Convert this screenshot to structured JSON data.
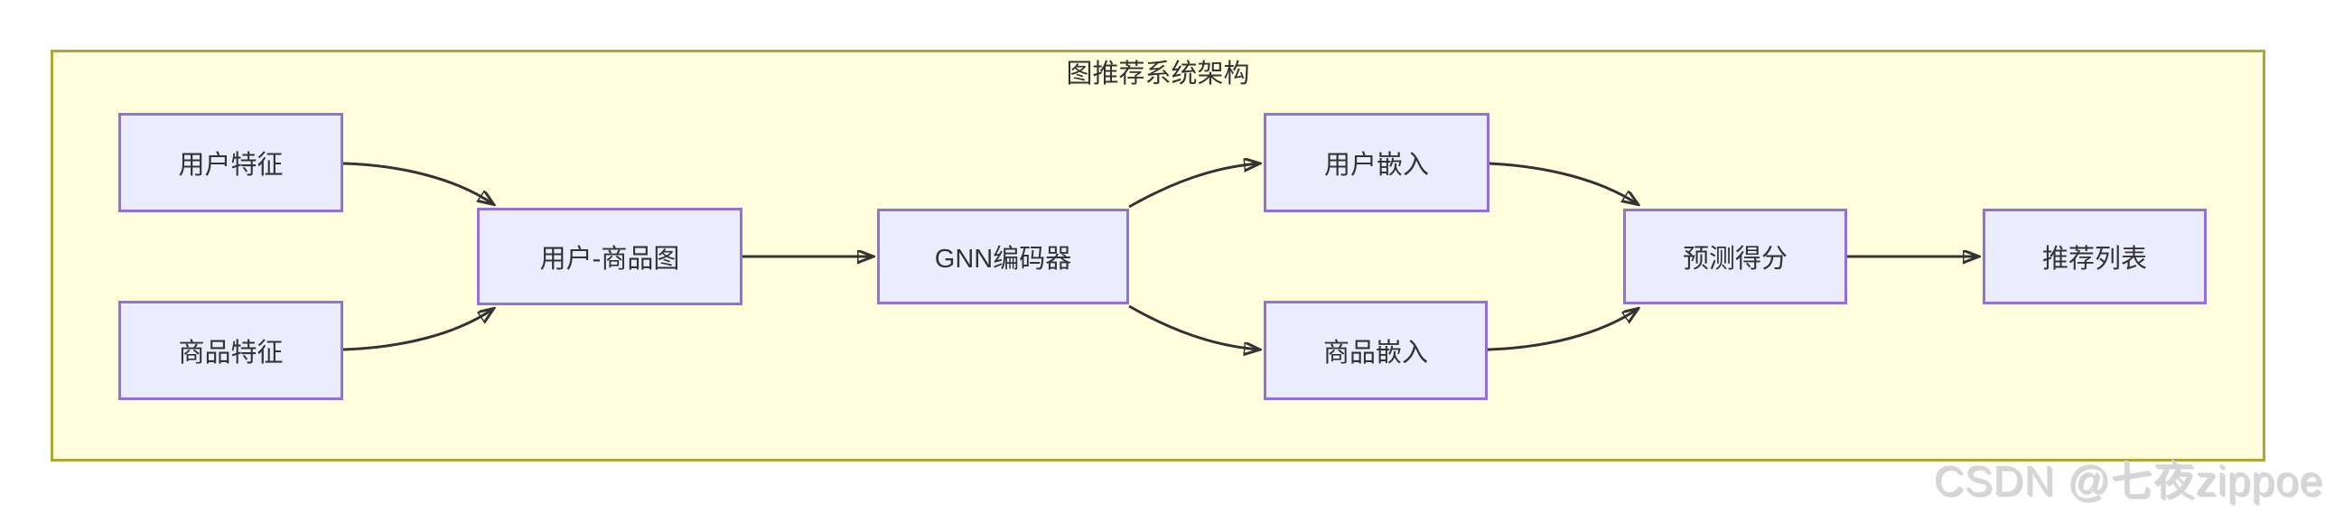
{
  "diagram": {
    "title": "图推荐系统架构",
    "type": "flowchart-lr",
    "colors": {
      "node_fill": "#ECECFF",
      "node_border": "#9370DB",
      "cluster_fill": "#FFFFDE",
      "cluster_border": "#AAAA33",
      "edge": "#333333",
      "text": "#333333"
    },
    "nodes": [
      {
        "id": "user-features",
        "label": "用户特征"
      },
      {
        "id": "item-features",
        "label": "商品特征"
      },
      {
        "id": "user-item-graph",
        "label": "用户-商品图"
      },
      {
        "id": "gnn-encoder",
        "label": "GNN编码器"
      },
      {
        "id": "user-embedding",
        "label": "用户嵌入"
      },
      {
        "id": "item-embedding",
        "label": "商品嵌入"
      },
      {
        "id": "prediction-score",
        "label": "预测得分"
      },
      {
        "id": "recommendation-list",
        "label": "推荐列表"
      }
    ],
    "edges": [
      {
        "from": "用户特征",
        "to": "用户-商品图"
      },
      {
        "from": "商品特征",
        "to": "用户-商品图"
      },
      {
        "from": "用户-商品图",
        "to": "GNN编码器"
      },
      {
        "from": "GNN编码器",
        "to": "用户嵌入"
      },
      {
        "from": "GNN编码器",
        "to": "商品嵌入"
      },
      {
        "from": "用户嵌入",
        "to": "预测得分"
      },
      {
        "from": "商品嵌入",
        "to": "预测得分"
      },
      {
        "from": "预测得分",
        "to": "推荐列表"
      }
    ]
  },
  "watermark": {
    "text": "CSDN @七夜zippoe"
  }
}
